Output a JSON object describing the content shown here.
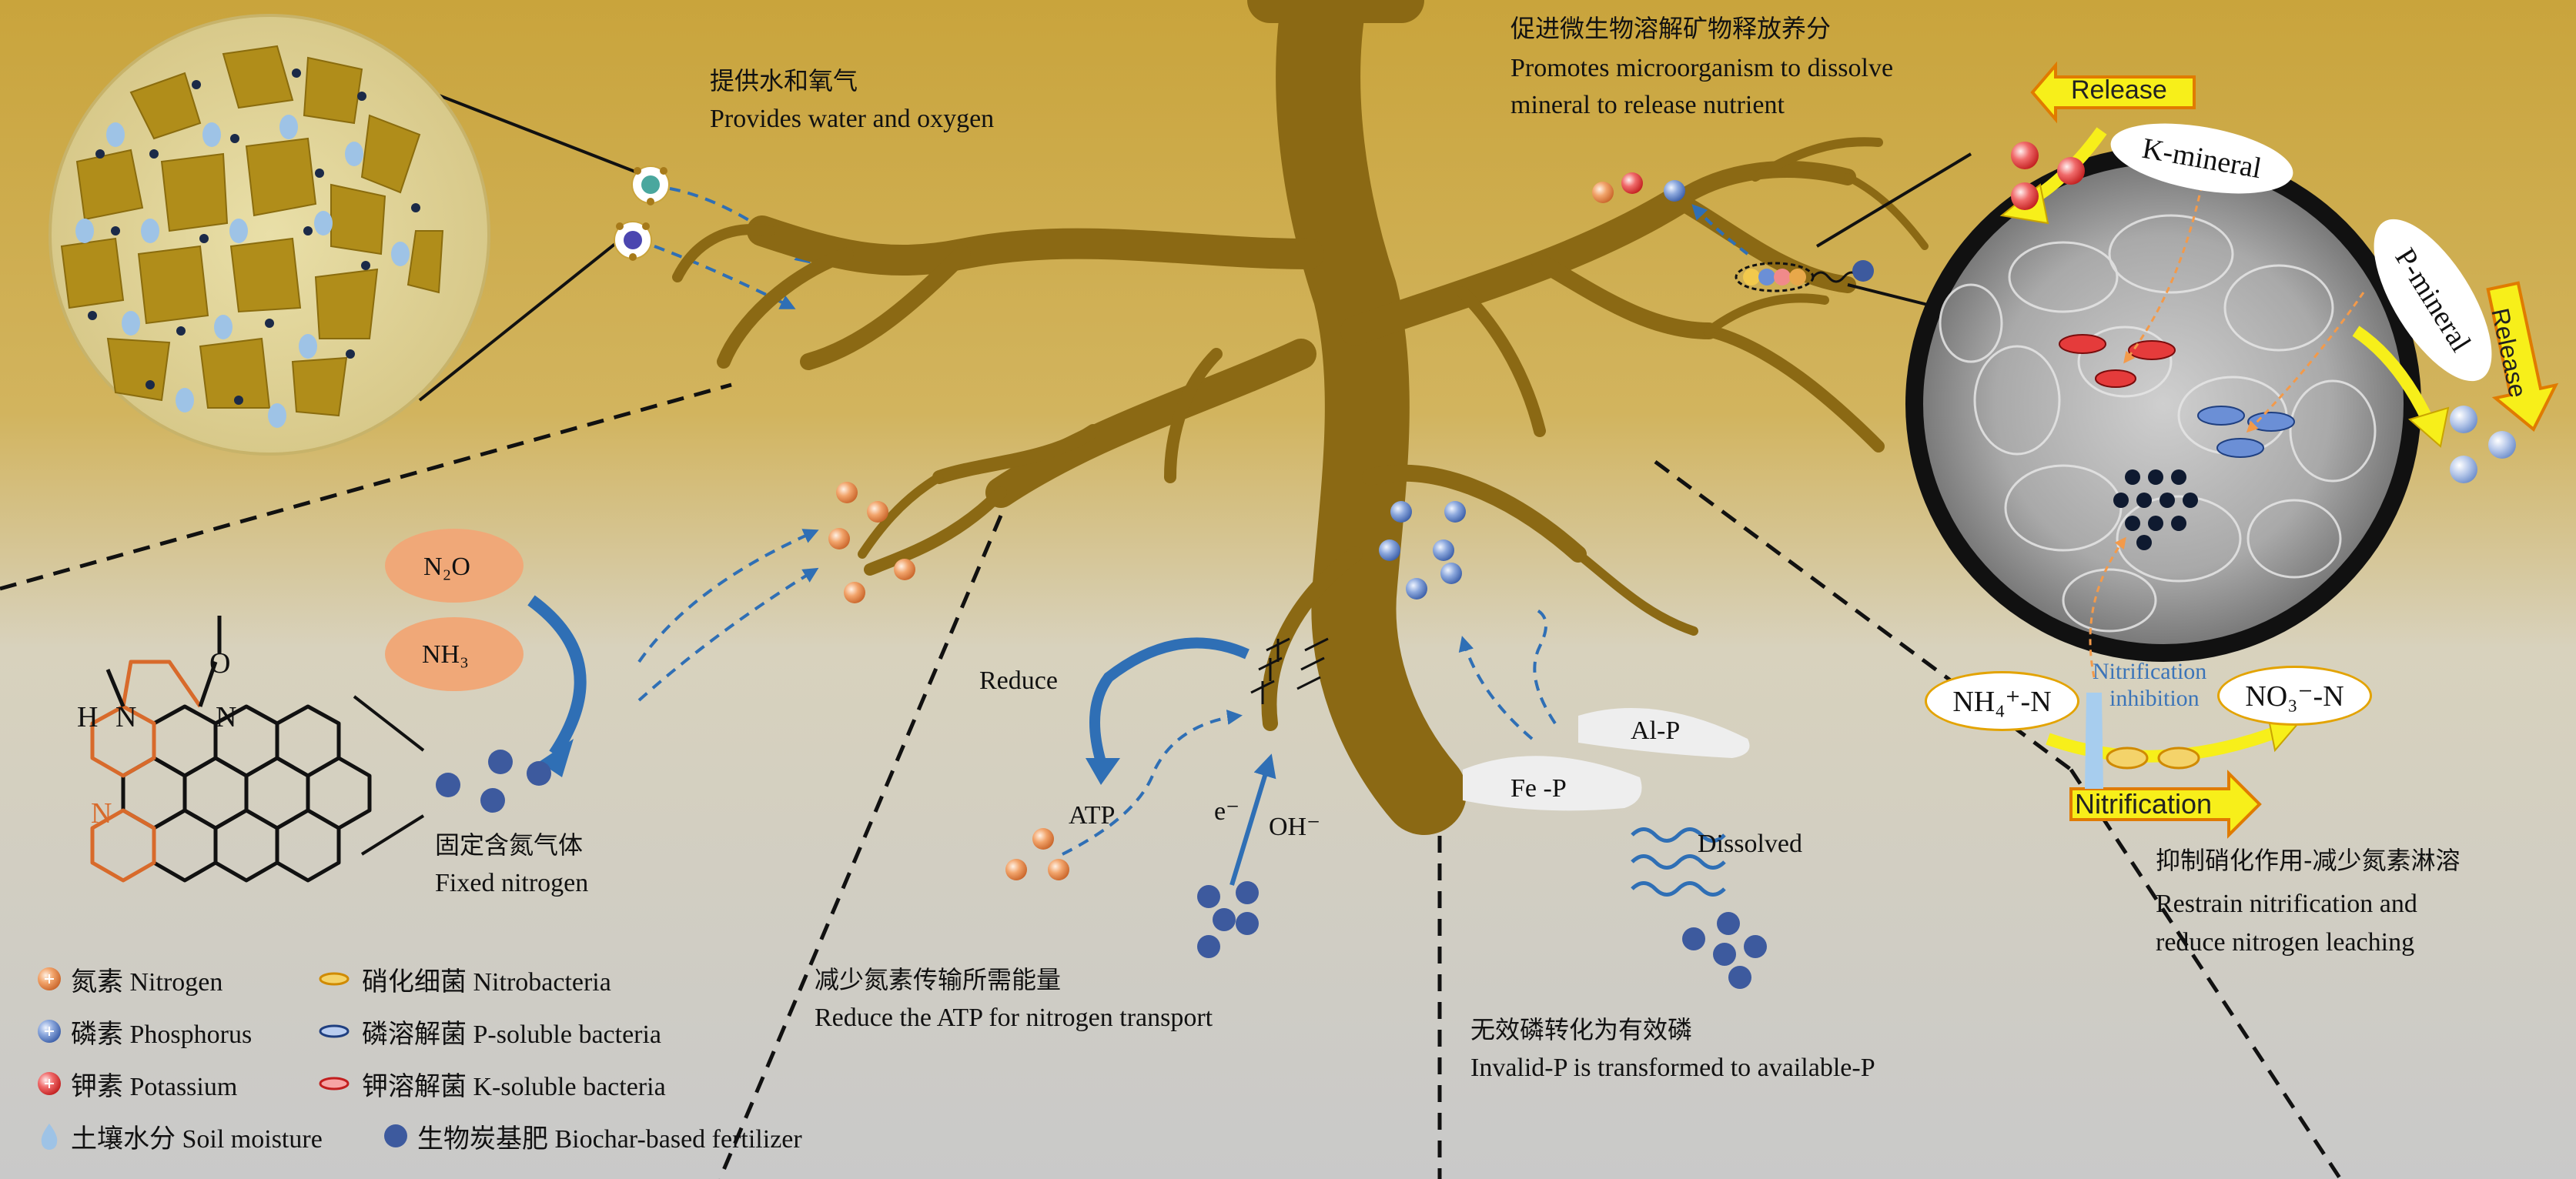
{
  "colors": {
    "soil_top": "#c9a440",
    "soil_mid": "#d6c9a0",
    "soil_bottom": "#c8c8c8",
    "root": "#8b6914",
    "nitrogen": "#e8884a",
    "phosphorus": "#5b7fc4",
    "potassium": "#e53b3b",
    "biochar": "#3d5a9e",
    "arrow_blue": "#2f6fb5",
    "arrow_yellow": "#f7ef1a",
    "arrow_orange": "#f5a623"
  },
  "top": {
    "water_zh": "提供水和氧气",
    "water_en": "Provides water and oxygen",
    "micro_zh": "促进微生物溶解矿物释放养分",
    "micro_en_line1": "Promotes microorganism to dissolve",
    "micro_en_line2": "mineral to release nutrient"
  },
  "biochar_panel": {
    "release_top": "Release",
    "release_right": "Release",
    "k_mineral": "K-mineral",
    "p_mineral": "P-mineral",
    "nh4": "NH₄⁺-N",
    "no3": "NO₃⁻-N",
    "inhibition_line1": "Nitrification",
    "inhibition_line2": "inhibition",
    "nitrification": "Nitrification",
    "caption_zh": "抑制硝化作用-减少氮素淋溶",
    "caption_en_line1": "Restrain nitrification and",
    "caption_en_line2": "reduce nitrogen leaching"
  },
  "fixation": {
    "n2o": "N₂O",
    "nh3": "NH₃",
    "molecule_h": "H",
    "molecule_n": "N",
    "molecule_o": "O",
    "caption_zh": "固定含氮气体",
    "caption_en": "Fixed nitrogen"
  },
  "atp": {
    "reduce": "Reduce",
    "atp": "ATP",
    "electron": "e⁻",
    "hydroxide": "OH⁻",
    "caption_zh": "减少氮素传输所需能量",
    "caption_en": "Reduce the ATP for nitrogen transport"
  },
  "phosphorus_panel": {
    "alp": "Al-P",
    "fep": "Fe -P",
    "dissolved": "Dissolved",
    "caption_zh": "无效磷转化为有效磷",
    "caption_en": "Invalid-P is transformed to available-P"
  },
  "legend": {
    "nitrogen": "氮素 Nitrogen",
    "phosphorus": "磷素 Phosphorus",
    "potassium": "钾素 Potassium",
    "soil_moisture": "土壤水分 Soil moisture",
    "nitrobacteria": "硝化细菌 Nitrobacteria",
    "p_bacteria": "磷溶解菌 P-soluble bacteria",
    "k_bacteria": "钾溶解菌 K-soluble bacteria",
    "biochar_fertilizer": "生物炭基肥 Biochar-based fertilizer"
  }
}
